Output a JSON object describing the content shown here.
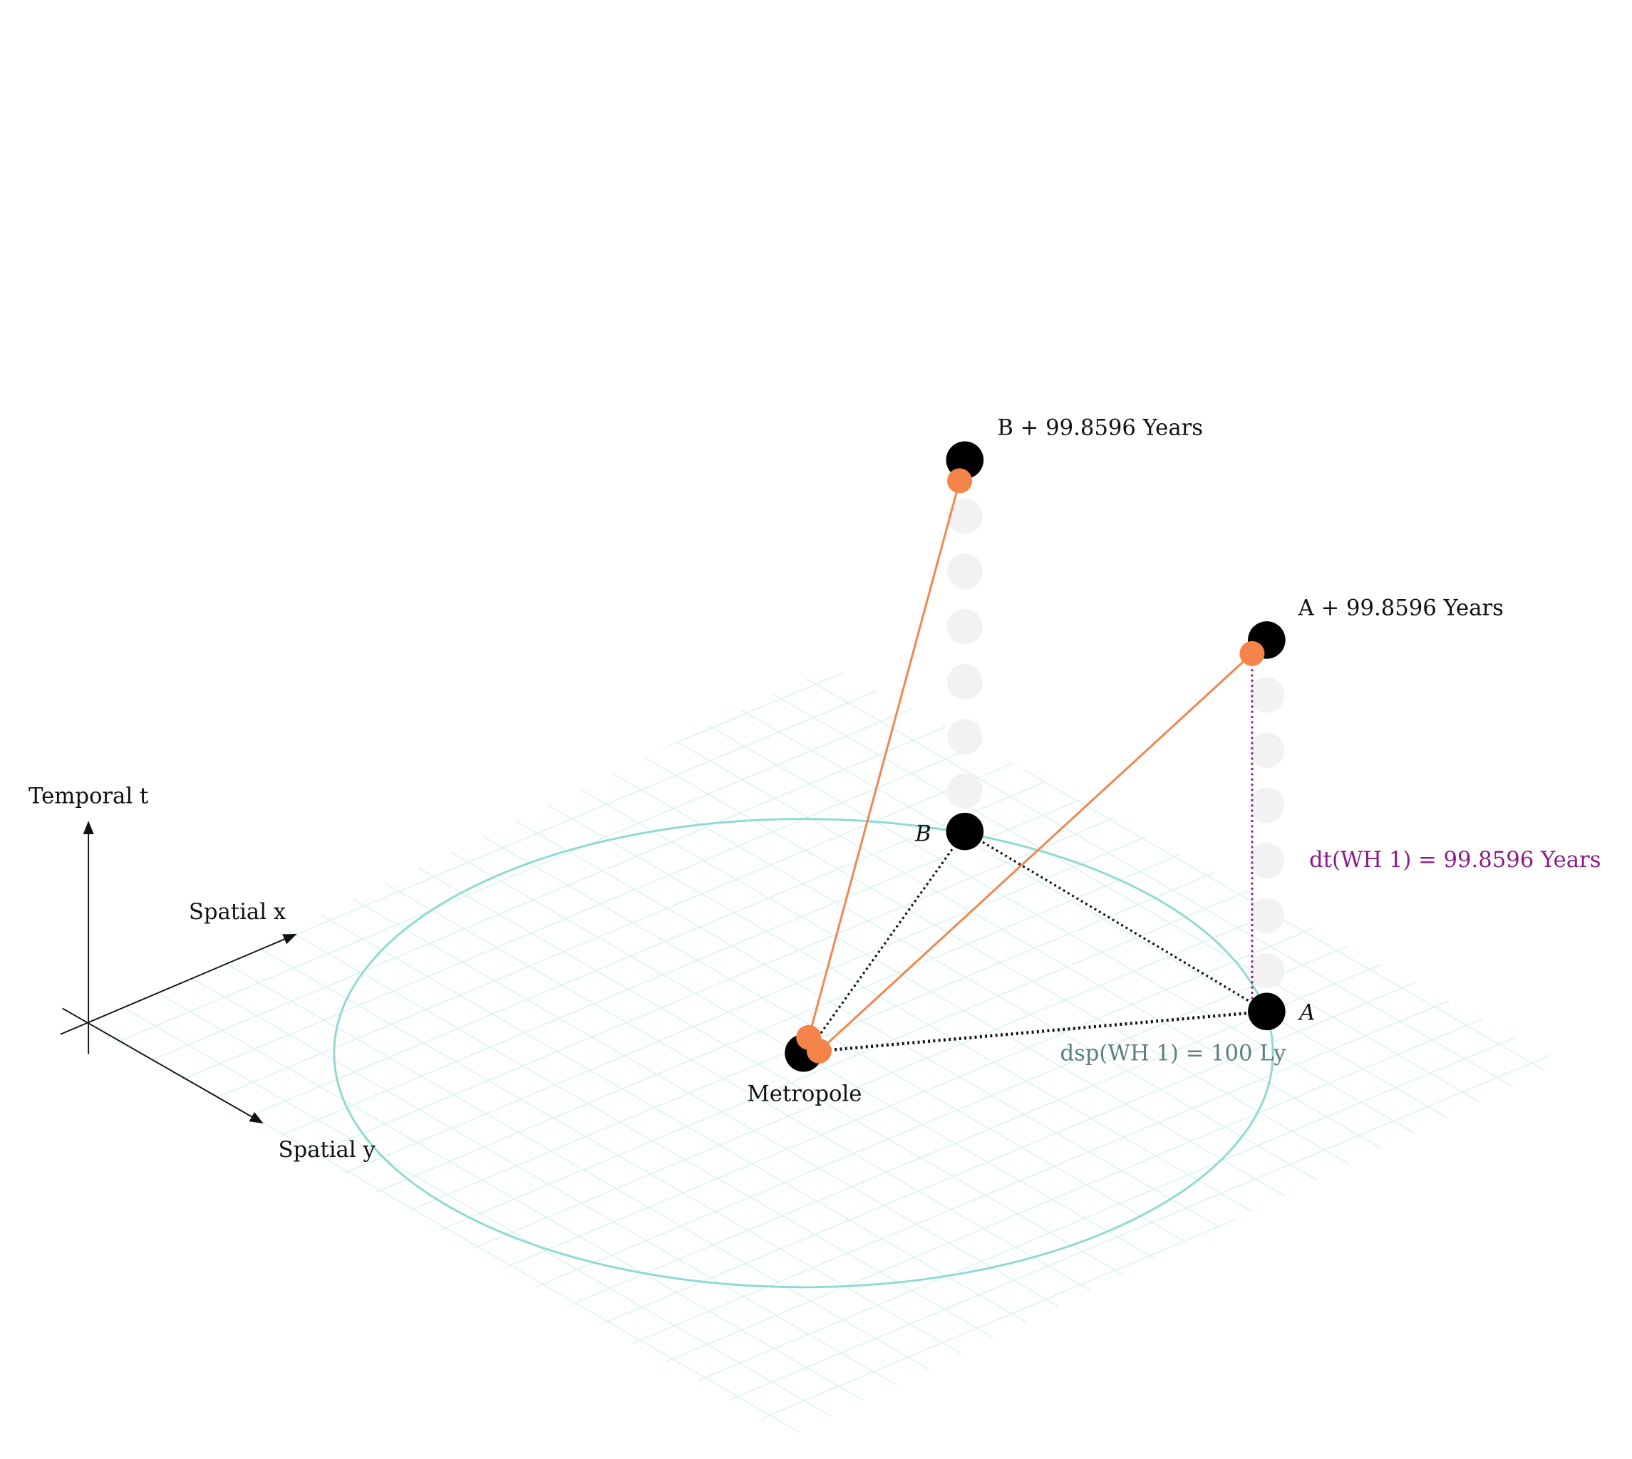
{
  "axes": {
    "temporal_label": "Temporal t",
    "spatial_x_label": "Spatial x",
    "spatial_y_label": "Spatial y"
  },
  "points": {
    "metropole": "Metropole",
    "a": "A",
    "b": "B",
    "a_future": "A + 99.8596 Years",
    "b_future": "B + 99.8596 Years"
  },
  "annotations": {
    "temporal_distance": "dt(WH 1) = 99.8596 Years",
    "spatial_distance": "dsp(WH 1) = 100 Ly"
  },
  "colors": {
    "worldline": "#f4844a",
    "ellipse": "#8fd9d3",
    "grid": "#d8f3ef",
    "temporal_annotation": "#8b1a8b",
    "spatial_annotation": "#5a7f7f",
    "ghost": "#f2f2f2"
  }
}
